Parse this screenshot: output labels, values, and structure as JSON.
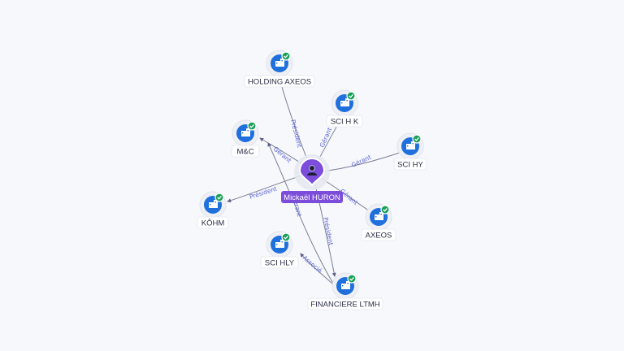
{
  "person": {
    "label": "Mickaël HURON",
    "icon": "person-icon"
  },
  "companies": [
    {
      "id": "holding-axeos",
      "label": "HOLDING AXEOS",
      "icon": "building-icon",
      "verified": true
    },
    {
      "id": "sci-h-k",
      "label": "SCI H K",
      "icon": "building-icon",
      "verified": true
    },
    {
      "id": "m-c",
      "label": "M&C",
      "icon": "building-icon",
      "verified": true
    },
    {
      "id": "sci-hy",
      "label": "SCI HY",
      "icon": "building-icon",
      "verified": true
    },
    {
      "id": "kohm",
      "label": "KÔHM",
      "icon": "building-icon",
      "verified": true
    },
    {
      "id": "axeos",
      "label": "AXEOS",
      "icon": "building-icon",
      "verified": true
    },
    {
      "id": "sci-hly",
      "label": "SCI HLY",
      "icon": "building-icon",
      "verified": true
    },
    {
      "id": "financiere-ltmh",
      "label": "FINANCIERE LTMH",
      "icon": "building-icon",
      "verified": true
    }
  ],
  "links": [
    {
      "from": "person",
      "to": "holding-axeos",
      "label": "Président"
    },
    {
      "from": "person",
      "to": "sci-h-k",
      "label": "Gérant"
    },
    {
      "from": "person",
      "to": "m-c",
      "label": "Gérant"
    },
    {
      "from": "person",
      "to": "sci-hy",
      "label": "Gérant"
    },
    {
      "from": "person",
      "to": "kohm",
      "label": "Président"
    },
    {
      "from": "person",
      "to": "axeos",
      "label": "Gérant"
    },
    {
      "from": "person",
      "to": "financiere-ltmh",
      "label": "Président"
    },
    {
      "from": "financiere-ltmh",
      "to": "sci-hly",
      "label": "Associé"
    },
    {
      "from": "financiere-ltmh",
      "to": "m-c",
      "label": "Gérant"
    }
  ],
  "colors": {
    "person": "#7c4ddb",
    "company": "#1f6fdc",
    "verified": "#1aa058",
    "edge_label": "#5b63d6"
  }
}
